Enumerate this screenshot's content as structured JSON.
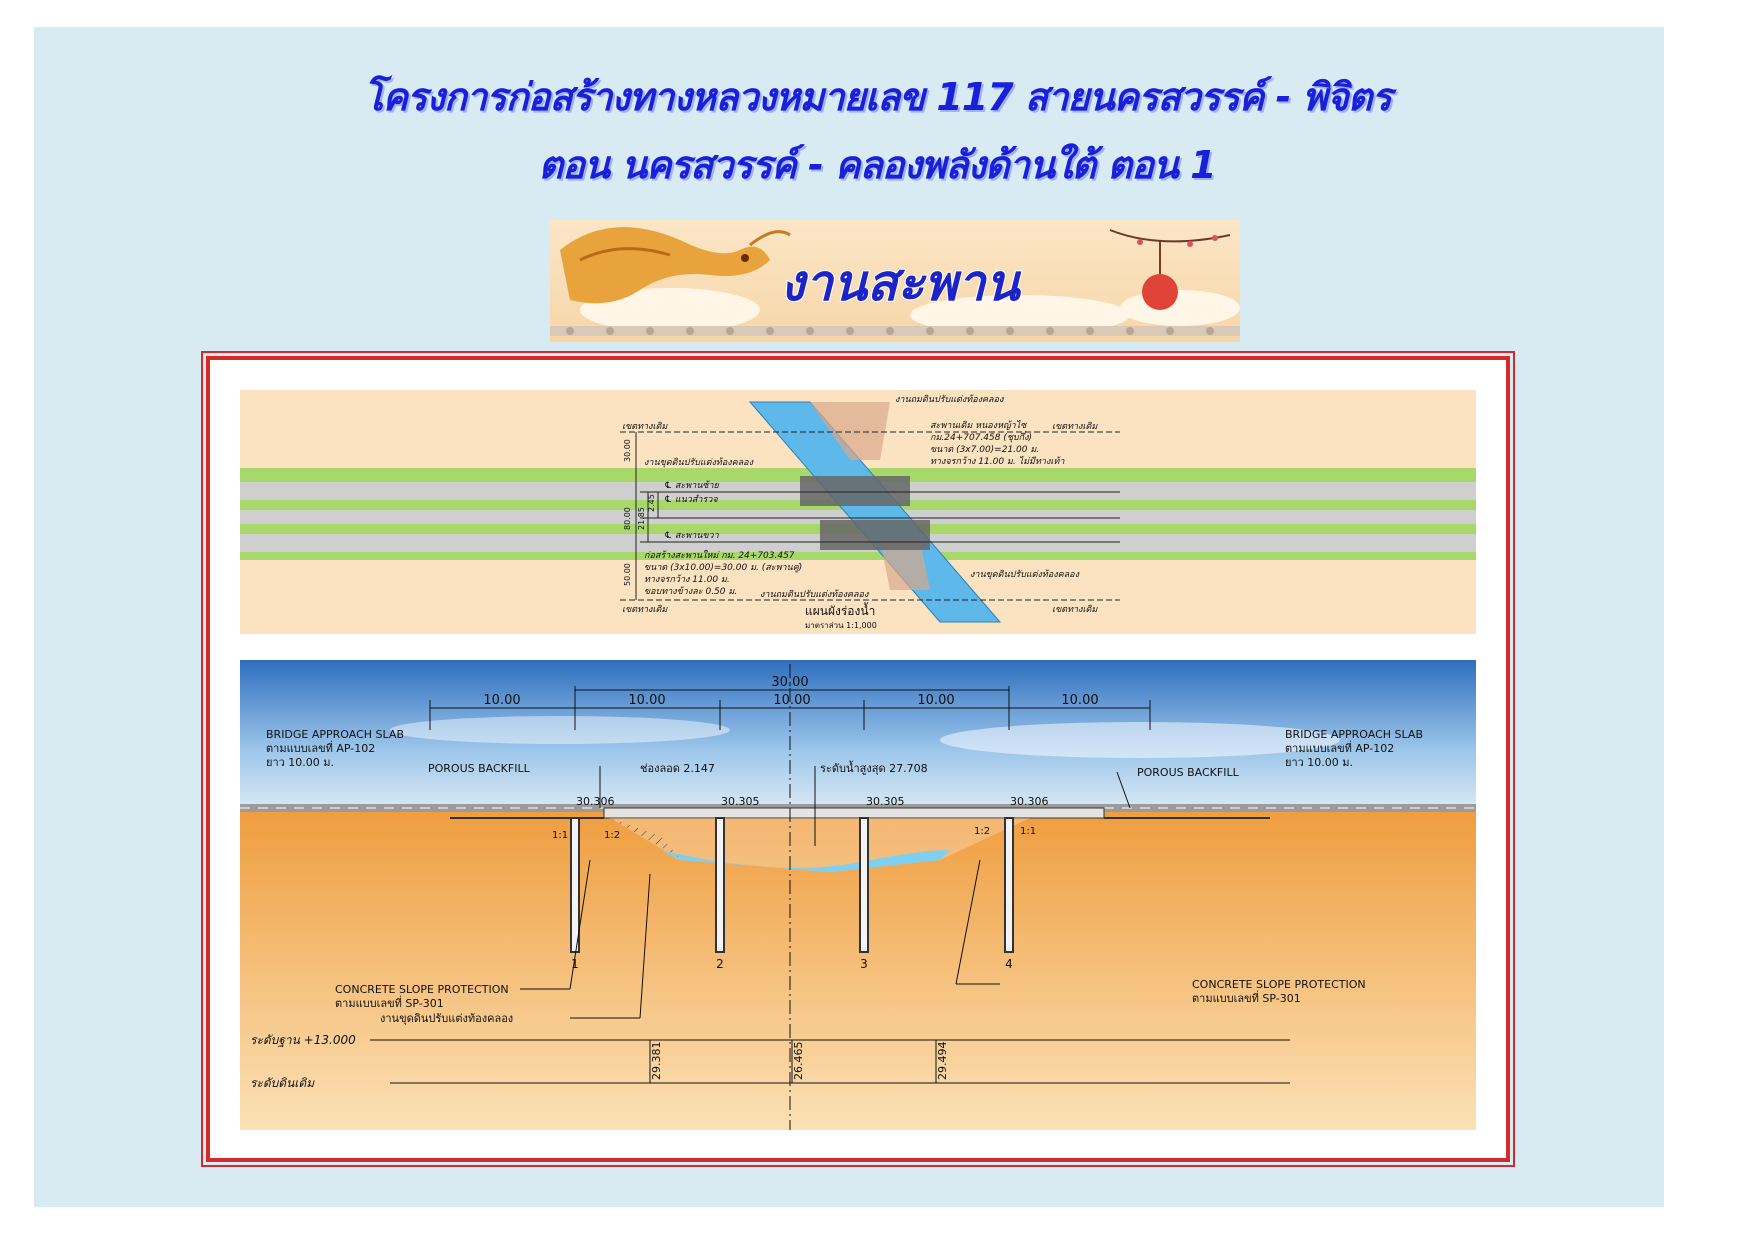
{
  "header": {
    "title_line1": "โครงการก่อสร้างทางหลวงหมายเลข 117 สายนครสวรรค์ - พิจิตร",
    "title_line2": "ตอน นครสวรรค์ - คลองพลังด้านใต้ ตอน 1"
  },
  "banner": {
    "label": "งานสะพาน",
    "logo": "dragon-illustration"
  },
  "plan": {
    "labels": {
      "row_top_left": "เขตทางเดิม",
      "row_top_right": "เขตทางเดิม",
      "row_bottom_left": "เขตทางเดิม",
      "row_bottom_right": "เขตทางเดิม",
      "top_callout": "งานถมดินปรับแต่งท้องคลอง",
      "left_callout": "งานขุดดินปรับแต่งท้องคลอง",
      "right_callout": "งานขุดดินปรับแต่งท้องคลอง",
      "bottom_callout": "งานถมดินปรับแต่งท้องคลอง",
      "cl_left": "℄ สะพานซ้าย",
      "cl_road": "℄ แนวสำรวจ",
      "cl_right": "℄ สะพานขวา",
      "existing_1": "สะพานเดิม หนองหญ้าไซ",
      "existing_2": "กม.24+707.458 (ชุบกึ่ง)",
      "existing_3": "ขนาด (3x7.00)=21.00 ม.",
      "existing_4": "ทางจรกว้าง 11.00 ม. ไม่มีทางเท้า",
      "new_1": "ก่อสร้างสะพานใหม่ กม. 24+703.457",
      "new_2": "ขนาด (3x10.00)=30.00 ม. (สะพานคู่)",
      "new_3": "ทางจรกว้าง 11.00 ม.",
      "new_4": "ขอบทางข้างละ 0.50 ม.",
      "dim_30": "30.00",
      "dim_2185": "21.85",
      "dim_245": "2.45",
      "dim_80": "80.00",
      "dim_50": "50.00",
      "caption": "แผนผังร่องน้ำ",
      "scale": "มาตราส่วน 1:1,000"
    }
  },
  "elevation": {
    "total_span": "30.00",
    "spans": [
      "10.00",
      "10.00",
      "10.00",
      "10.00",
      "10.00"
    ],
    "approach_left": [
      "BRIDGE APPROACH SLAB",
      "ตามแบบเลขที่ AP-102",
      "ยาว 10.00 ม."
    ],
    "approach_right": [
      "BRIDGE APPROACH SLAB",
      "ตามแบบเลขที่ AP-102",
      "ยาว 10.00 ม."
    ],
    "porous_left": "POROUS BACKFILL",
    "porous_right": "POROUS BACKFILL",
    "clearance": "ช่องลอด 2.147",
    "high_water": "ระดับน้ำสูงสุด 27.708",
    "deck_levels": [
      "30.306",
      "30.305",
      "30.305",
      "30.306"
    ],
    "slope_left": "1:1",
    "slope_left_2": "1:2",
    "slope_right": "1:2",
    "slope_right_2": "1:1",
    "piers": [
      "1",
      "2",
      "3",
      "4"
    ],
    "slope_prot_left": [
      "CONCRETE SLOPE PROTECTION",
      "ตามแบบเลขที่ SP-301"
    ],
    "slope_prot_right": [
      "CONCRETE SLOPE PROTECTION",
      "ตามแบบเลขที่ SP-301"
    ],
    "excavation": "งานขุดดินปรับแต่งท้องคลอง",
    "datum_label": "ระดับฐาน +13.000",
    "ground_label": "ระดับดินเดิม",
    "ground_levels": [
      "29.381",
      "26.465",
      "29.494"
    ]
  },
  "colors": {
    "title": "#1a1fd8",
    "frame": "#d42a2a",
    "panel_bg": "#d9ebf2",
    "soil": "#f2a74a",
    "water": "#7fd0f0"
  }
}
